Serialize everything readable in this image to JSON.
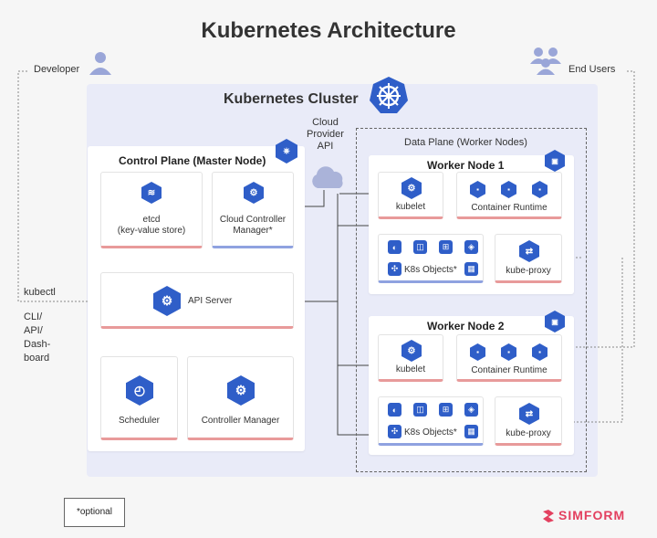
{
  "title": "Kubernetes Architecture",
  "cluster": {
    "title": "Kubernetes Cluster"
  },
  "actors": {
    "developer": "Developer",
    "end_users": "End Users"
  },
  "left_labels": {
    "kubectl": "kubectl",
    "cli": "CLI/\nAPI/\nDash-\nboard"
  },
  "cloud": {
    "label": "Cloud\nProvider\nAPI"
  },
  "control_plane": {
    "title": "Control Plane (Master Node)",
    "etcd": {
      "label": "etcd\n(key-value store)",
      "icon": "etcd-icon"
    },
    "ccm": {
      "label": "Cloud Controller\nManager*",
      "icon": "c-m-icon"
    },
    "api_server": {
      "label": "API Server",
      "icon": "api-icon"
    },
    "scheduler": {
      "label": "Scheduler",
      "icon": "sched-icon"
    },
    "controller_manager": {
      "label": "Controller Manager",
      "icon": "c-m-icon"
    }
  },
  "data_plane": {
    "title": "Data Plane (Worker Nodes)",
    "workers": [
      {
        "title": "Worker Node 1",
        "kubelet": "kubelet",
        "runtime": "Container Runtime",
        "objects": "K8s Objects*",
        "proxy": "kube-proxy"
      },
      {
        "title": "Worker Node 2",
        "kubelet": "kubelet",
        "runtime": "Container Runtime",
        "objects": "K8s Objects*",
        "proxy": "kube-proxy"
      }
    ]
  },
  "footer": {
    "optional": "*optional",
    "brand": "SIMFORM"
  },
  "colors": {
    "k8s_blue": "#2f5ec8",
    "cluster_bg": "#e9ebf8",
    "red_accent": "#e89a9a",
    "blue_accent": "#8fa2e0",
    "brand": "#e3405f"
  }
}
